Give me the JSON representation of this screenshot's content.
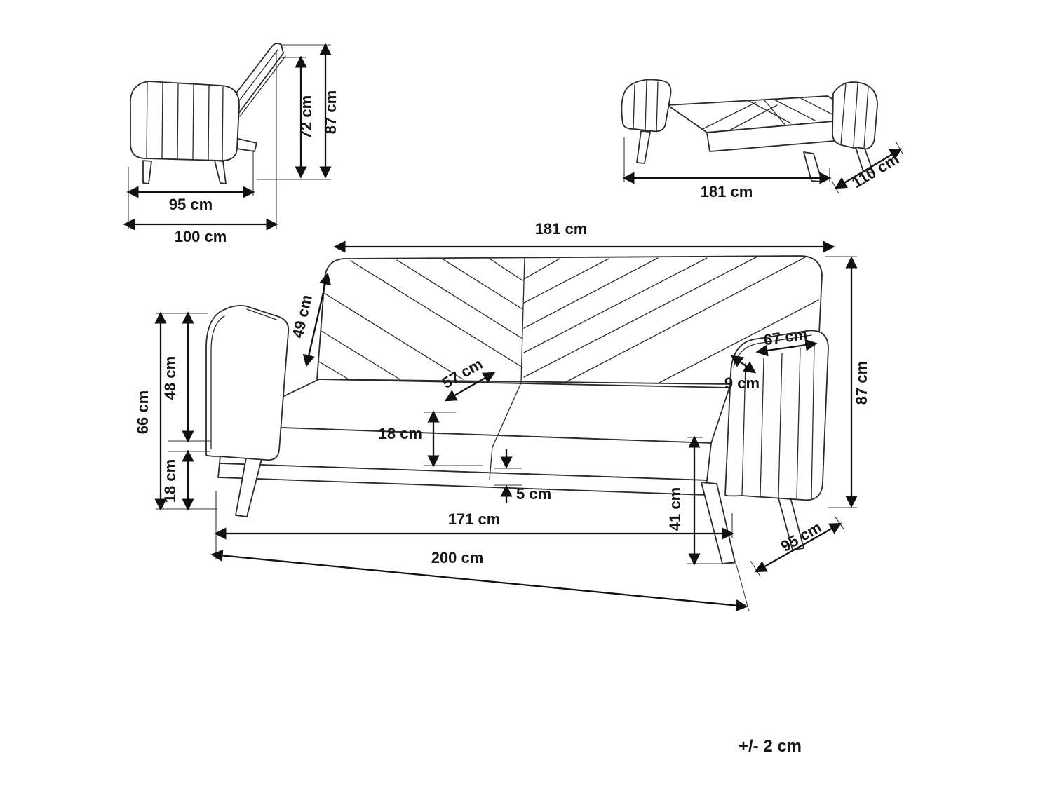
{
  "diagram": {
    "tolerance_note": "+/- 2 cm",
    "side_view": {
      "backrest_open_height": "72 cm",
      "total_height": "87 cm",
      "seat_depth": "95 cm",
      "total_depth": "100 cm"
    },
    "bed_view": {
      "bed_length": "181 cm",
      "bed_depth": "110 cm"
    },
    "front_view": {
      "backrest_width": "181 cm",
      "backrest_panel_height": "49 cm",
      "seat_depth": "57 cm",
      "armrest_thickness": "9 cm",
      "armrest_length": "67 cm",
      "total_height": "87 cm",
      "armrest_height": "66 cm",
      "arm_above_seat": "48 cm",
      "base_frame_height": "18 cm",
      "cushion_thickness": "18 cm",
      "frame_gap": "5 cm",
      "seat_height": "41 cm",
      "inner_width": "171 cm",
      "total_width": "200 cm",
      "total_depth": "95 cm"
    },
    "colors": {
      "ink": "#1a1a1a",
      "background": "#ffffff"
    }
  }
}
